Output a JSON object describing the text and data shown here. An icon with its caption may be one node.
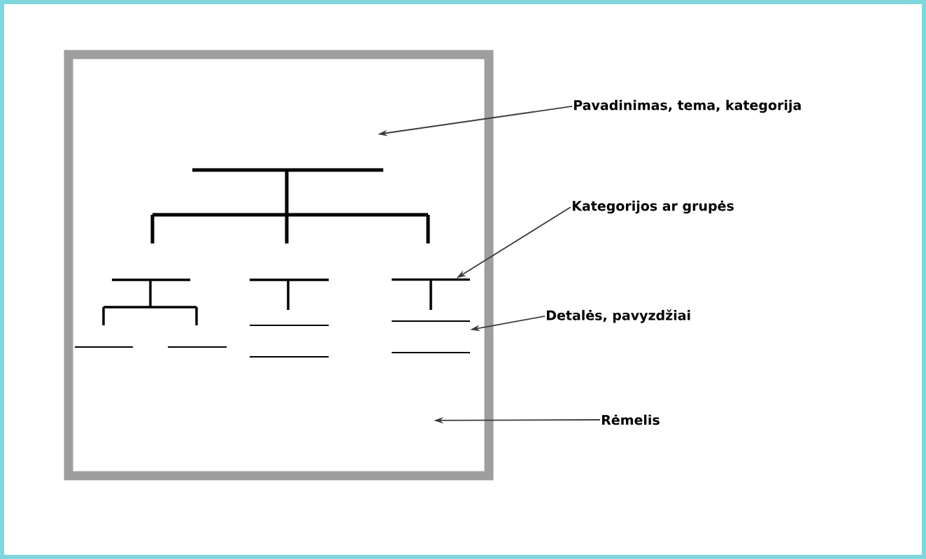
{
  "diagram": {
    "nodes": [
      {
        "text": [
          "Pavadinimas, tema, kategorija"
        ]
      },
      {
        "text": [
          "Kategorijos ar grupės"
        ]
      },
      {
        "text": [
          "Detalės, pavyzdžiai"
        ]
      },
      {
        "text": [
          "Rėmelis"
        ]
      },
      {
        "text": [],
        "shape": "bar"
      },
      {
        "text": [],
        "shape": "bar"
      }
    ],
    "edges": [
      {
        "from": 0,
        "to": null,
        "arrow": "to"
      },
      {
        "from": 1,
        "to": 4,
        "arrow": "to"
      },
      {
        "from": 2,
        "to": 5,
        "arrow": "to"
      },
      {
        "from": 3,
        "to": null,
        "arrow": "to"
      }
    ]
  }
}
